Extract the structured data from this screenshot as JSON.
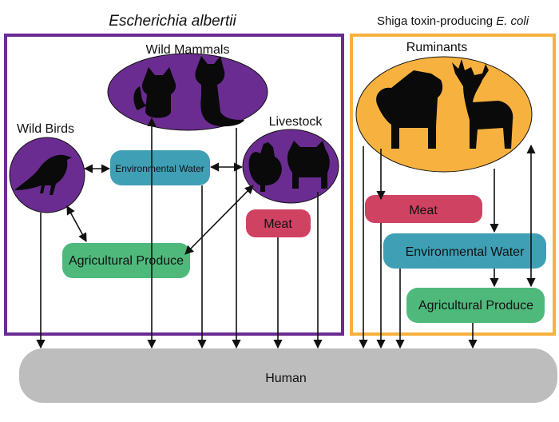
{
  "panels": {
    "left_title_italic": "Escherichia albertii",
    "right_title_prefix": "Shiga toxin-producing ",
    "right_title_italic": "E. coli"
  },
  "left": {
    "wild_mammals": "Wild Mammals",
    "wild_birds": "Wild Birds",
    "livestock": "Livestock",
    "environmental_water": "Environmental Water",
    "meat": "Meat",
    "agricultural_produce": "Agricultural Produce"
  },
  "right": {
    "ruminants": "Ruminants",
    "meat": "Meat",
    "environmental_water": "Environmental Water",
    "agricultural_produce": "Agricultural Produce"
  },
  "human": "Human",
  "colors": {
    "purple": "#6b2c91",
    "orange": "#f7b13f",
    "teal": "#3f9fb5",
    "crimson": "#cf4262",
    "green": "#4fb97c",
    "gray": "#bdbdbd"
  }
}
